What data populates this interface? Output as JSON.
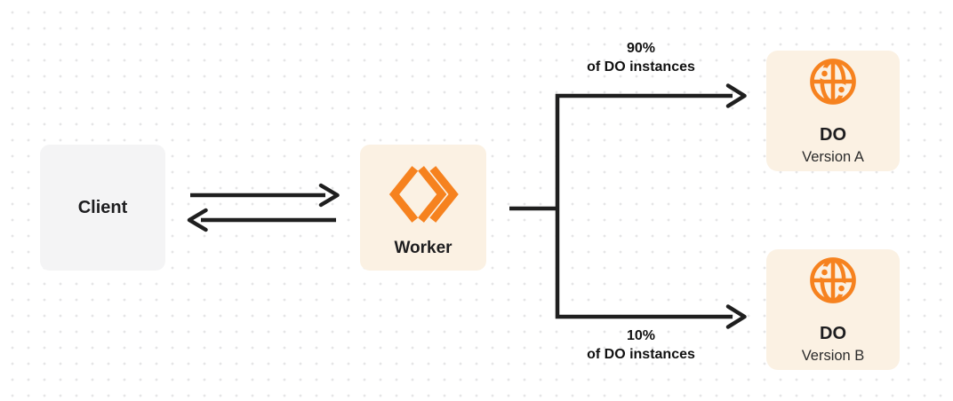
{
  "diagram": {
    "description_colors": {
      "accent_orange": "#f6821f",
      "node_cream": "#fbf1e3",
      "client_gray": "#f4f4f5",
      "line_dark": "#1f1f1f",
      "dot_grid": "#e5e5e6"
    },
    "nodes": {
      "client": {
        "label": "Client"
      },
      "worker": {
        "label": "Worker",
        "icon": "workers-chevrons-icon"
      },
      "do_a": {
        "title": "DO",
        "subtitle": "Version A",
        "icon": "globe-durable-object-icon"
      },
      "do_b": {
        "title": "DO",
        "subtitle": "Version B",
        "icon": "globe-durable-object-icon"
      }
    },
    "branches": {
      "top": {
        "percent": "90%",
        "caption": "of DO instances"
      },
      "bottom": {
        "percent": "10%",
        "caption": "of DO instances"
      }
    }
  }
}
